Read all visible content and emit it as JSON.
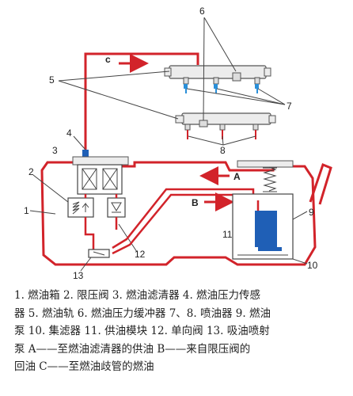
{
  "colors": {
    "fuel_line": "#d2232a",
    "injector_blue": "#2a8fd8",
    "pump_blue": "#1f5fb6",
    "rail_fill": "#ececec",
    "outline": "#555555"
  },
  "labels": {
    "n1": "1",
    "n2": "2",
    "n3": "3",
    "n4": "4",
    "n5": "5",
    "n6": "6",
    "n7": "7",
    "n8": "8",
    "n9": "9",
    "n10": "10",
    "n11": "11",
    "n12": "12",
    "n13": "13",
    "flow_a": "A",
    "flow_b": "B",
    "flow_c": "c"
  },
  "caption": {
    "line1": "1. 燃油箱 2. 限压阀 3. 燃油滤清器 4. 燃油压力传感",
    "line2": "器 5. 燃油轨 6. 燃油压力缓冲器 7、8. 喷油器 9. 燃油",
    "line3": "泵 10. 集滤器 11. 供油模块 12. 单向阀 13. 吸油喷射",
    "line4": "泵 A——至燃油滤清器的供油 B——来自限压阀的",
    "line5": "回油 C——至燃油歧管的燃油"
  }
}
